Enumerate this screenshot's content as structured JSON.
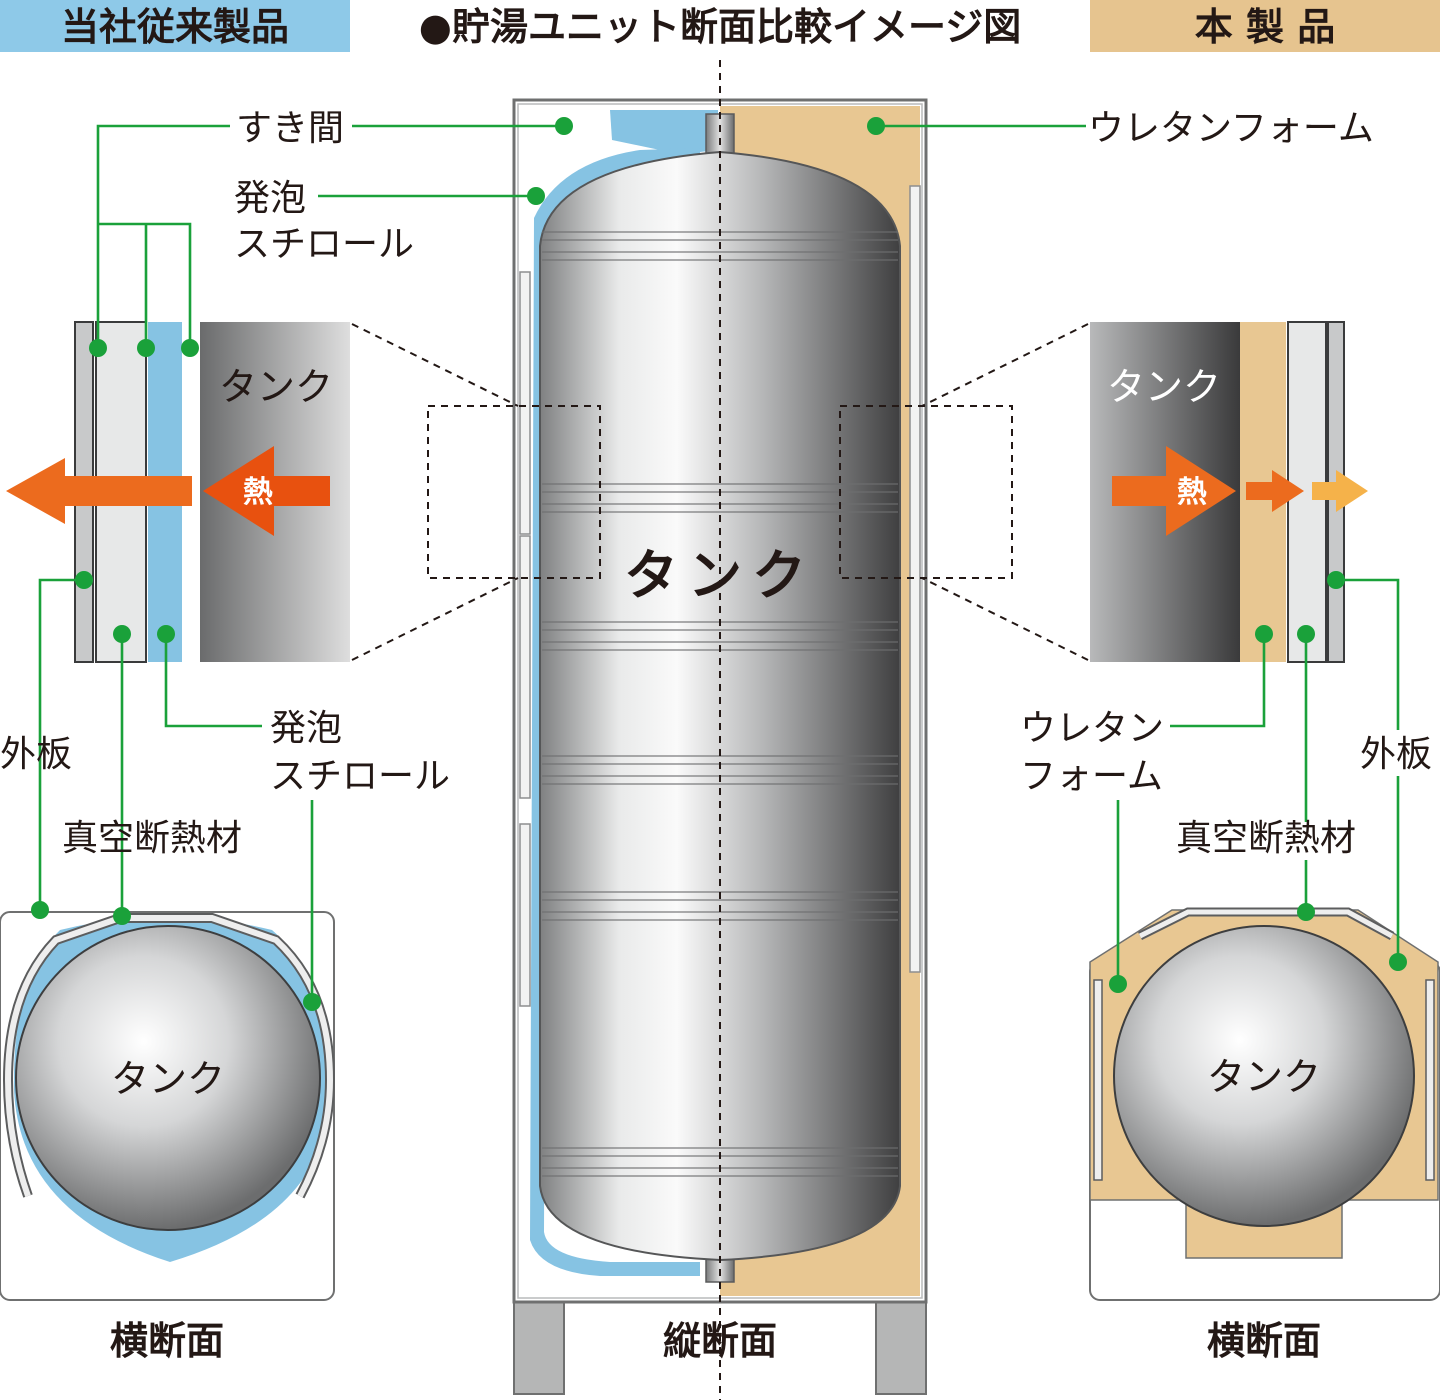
{
  "header": {
    "left_title": "当社従来製品",
    "center_title": "●貯湯ユニット断面比較イメージ図",
    "right_title": "本 製 品"
  },
  "labels": {
    "gap": "すき間",
    "styrofoam_top_line1": "発泡",
    "styrofoam_top_line2": "スチロール",
    "urethane_foam_top": "ウレタンフォーム",
    "outer_panel_left": "外板",
    "vacuum_insulation_left": "真空断熱材",
    "styrofoam_mid_line1": "発泡",
    "styrofoam_mid_line2": "スチロール",
    "urethane_mid_line1": "ウレタン",
    "urethane_mid_line2": "フォーム",
    "outer_panel_right": "外板",
    "vacuum_insulation_right": "真空断熱材"
  },
  "tank_labels": {
    "center": "タンク",
    "left_detail": "タンク",
    "right_detail": "タンク",
    "left_cross": "タンク",
    "right_cross": "タンク"
  },
  "heat": {
    "left": "熱",
    "right": "熱"
  },
  "footer": {
    "left": "横断面",
    "center": "縦断面",
    "right": "横断面"
  },
  "colors": {
    "header_left_bg": "#8ec9e8",
    "header_right_bg": "#e6c48f",
    "styrofoam": "#86c3e3",
    "urethane": "#e8c792",
    "leader_green": "#1aa13a",
    "heat_arrow": "#ec6b1e",
    "heat_arrow_weak": "#f5b24a",
    "panel_gray": "#c8c9ca"
  }
}
